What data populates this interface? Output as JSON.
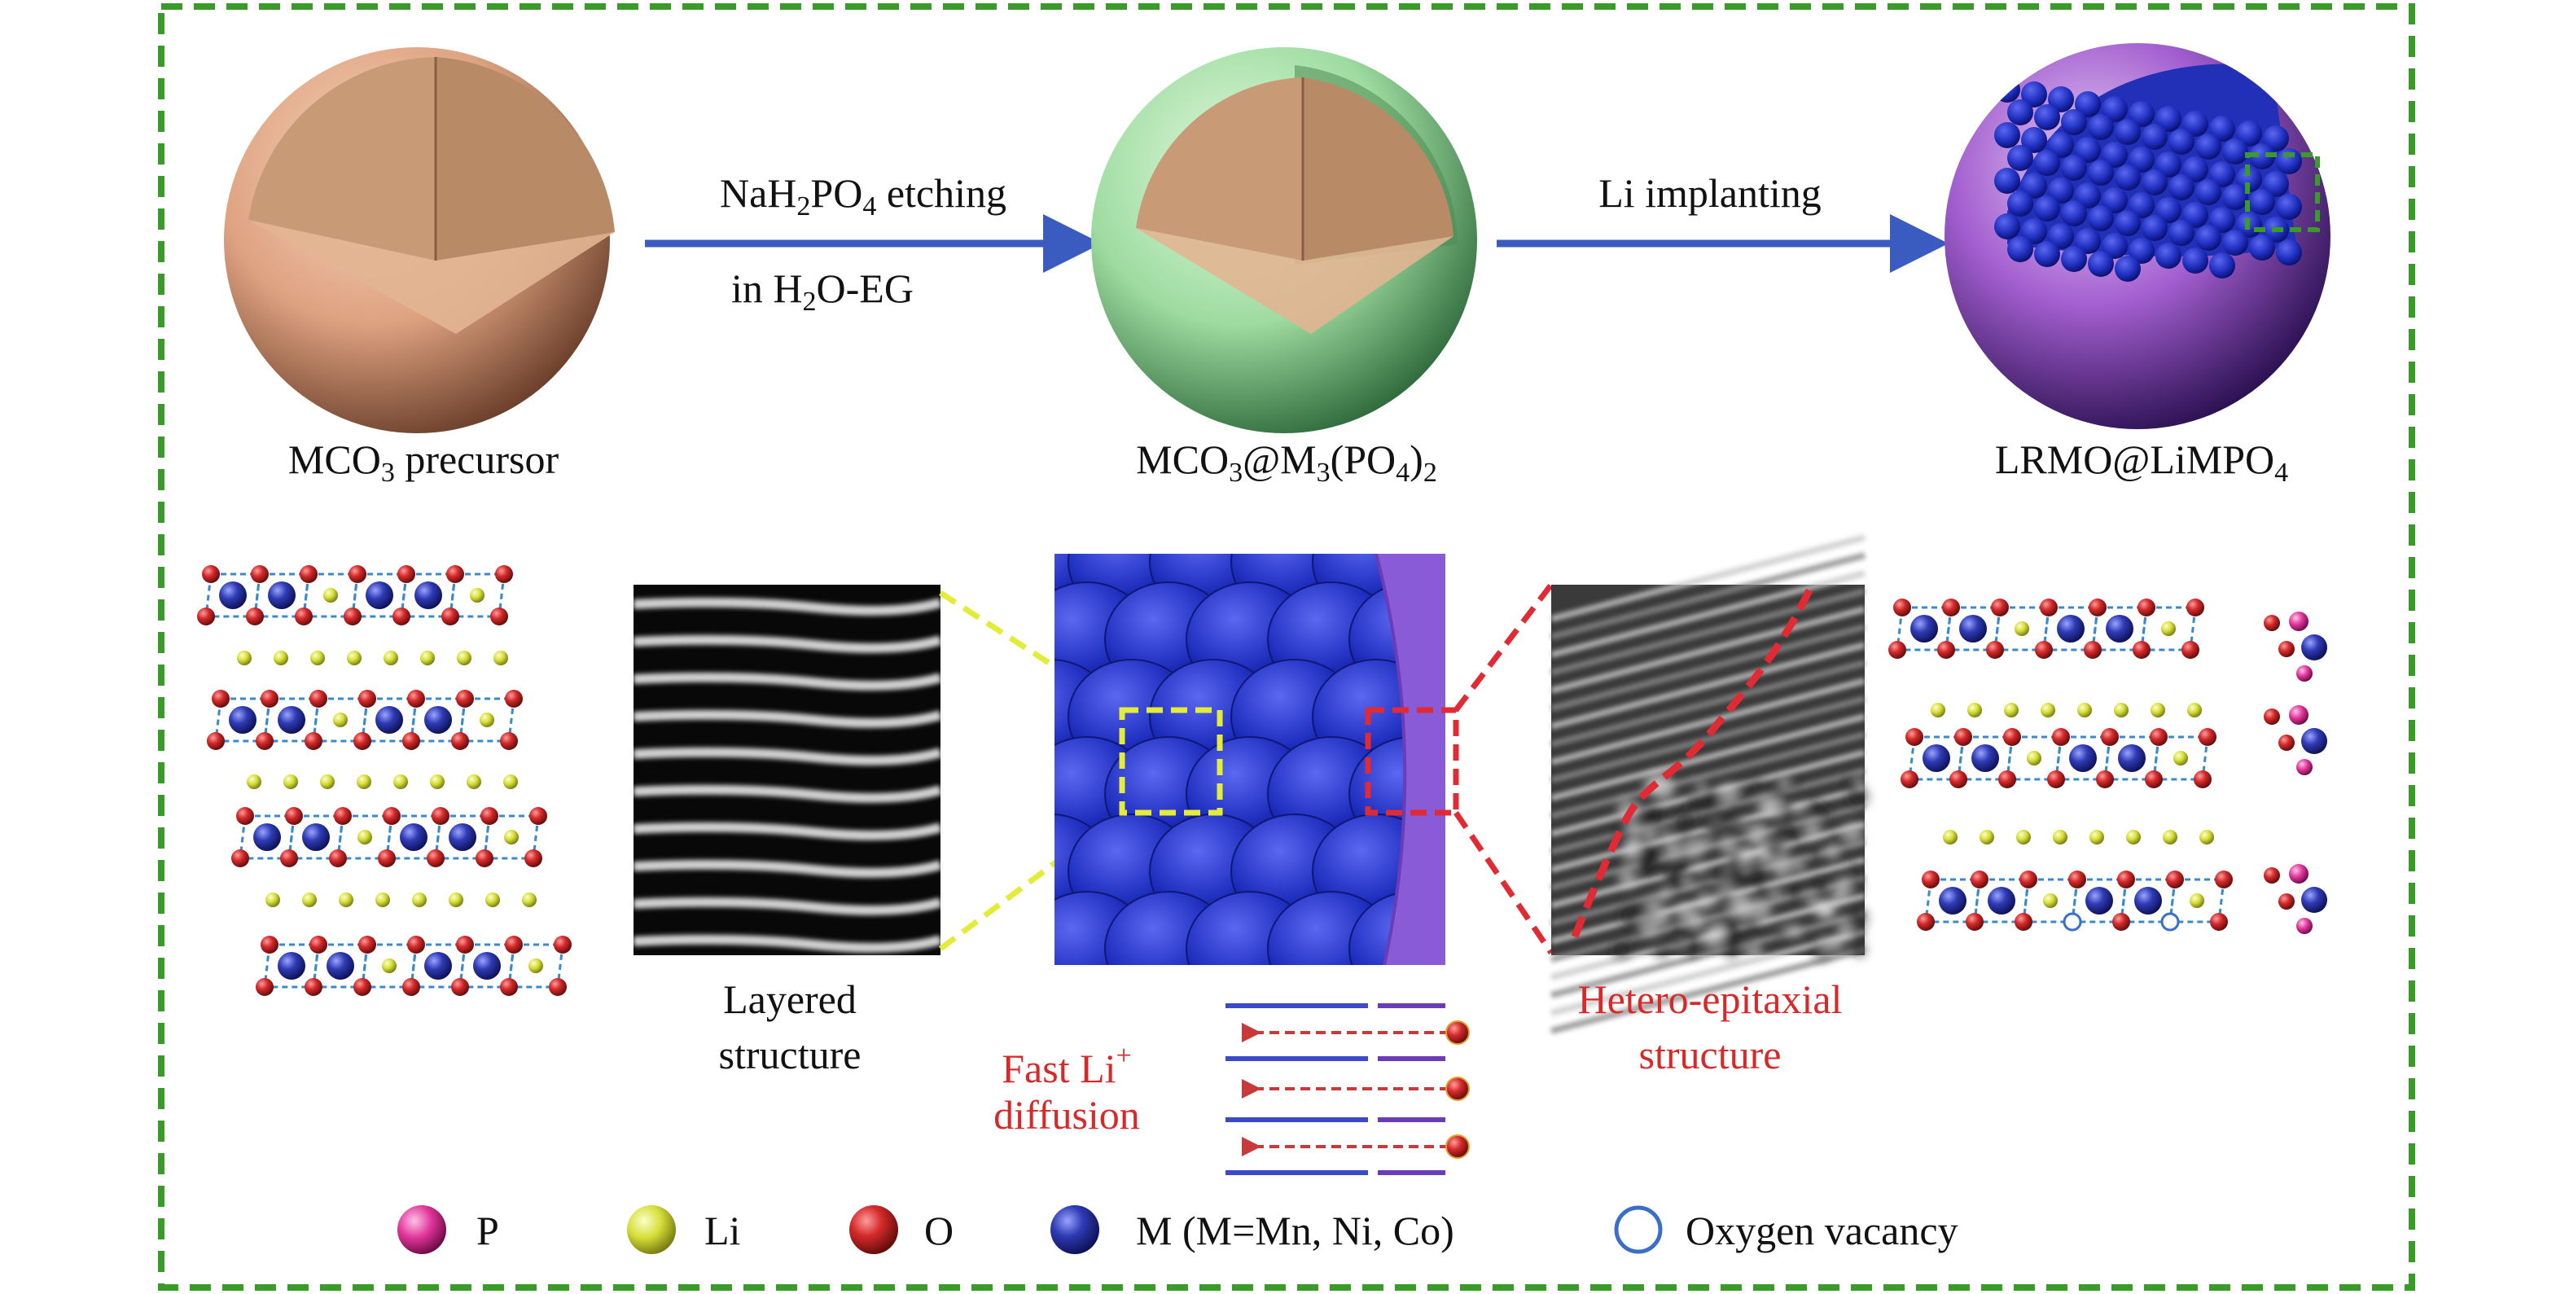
{
  "colors": {
    "frame_border": "#3a9a2a",
    "arrow": "#3a5bc0",
    "sphere1": "#e0a882",
    "sphere2": "#9fdca0",
    "sphere3": "#9a52c8",
    "m_atom": "#2b35a8",
    "li_atom": "#d8e03a",
    "o_atom": "#d42a2a",
    "p_atom": "#e0359a",
    "yellow_zoom": "#e3ec3a",
    "red_zoom": "#e02a34",
    "red_text": "#d62a2a"
  },
  "process": {
    "precursor_label": {
      "a": "MCO",
      "a_sub": "3",
      "b": " precursor"
    },
    "arrow1_line1": {
      "a": "NaH",
      "a_sub": "2",
      "b": "PO",
      "b_sub": "4",
      "c": " etching"
    },
    "arrow1_line2": {
      "a": "in H",
      "a_sub": "2",
      "b": "O-EG"
    },
    "intermediate_label": {
      "a": "MCO",
      "a_sub": "3",
      "b": "@M",
      "b_sub": "3",
      "c": "(PO",
      "c_sub": "4",
      "d": ")",
      "d_sub": "2"
    },
    "arrow2_label": "Li implanting",
    "product_label": {
      "a": "LRMO@LiMPO",
      "a_sub": "4"
    }
  },
  "structure": {
    "layered_line1": "Layered",
    "layered_line2": "structure",
    "fast_line1": "Fast Li",
    "fast_sup": "+",
    "fast_line2": "diffusion",
    "hetero_line1": "Hetero-epitaxial",
    "hetero_line2": "structure"
  },
  "legend": [
    {
      "symbol": "P",
      "label": "P"
    },
    {
      "symbol": "Li",
      "label": "Li"
    },
    {
      "symbol": "O",
      "label": "O"
    },
    {
      "symbol": "M",
      "label": "M (M=Mn, Ni, Co)"
    },
    {
      "symbol": "vacancy",
      "label": "Oxygen vacancy"
    }
  ]
}
